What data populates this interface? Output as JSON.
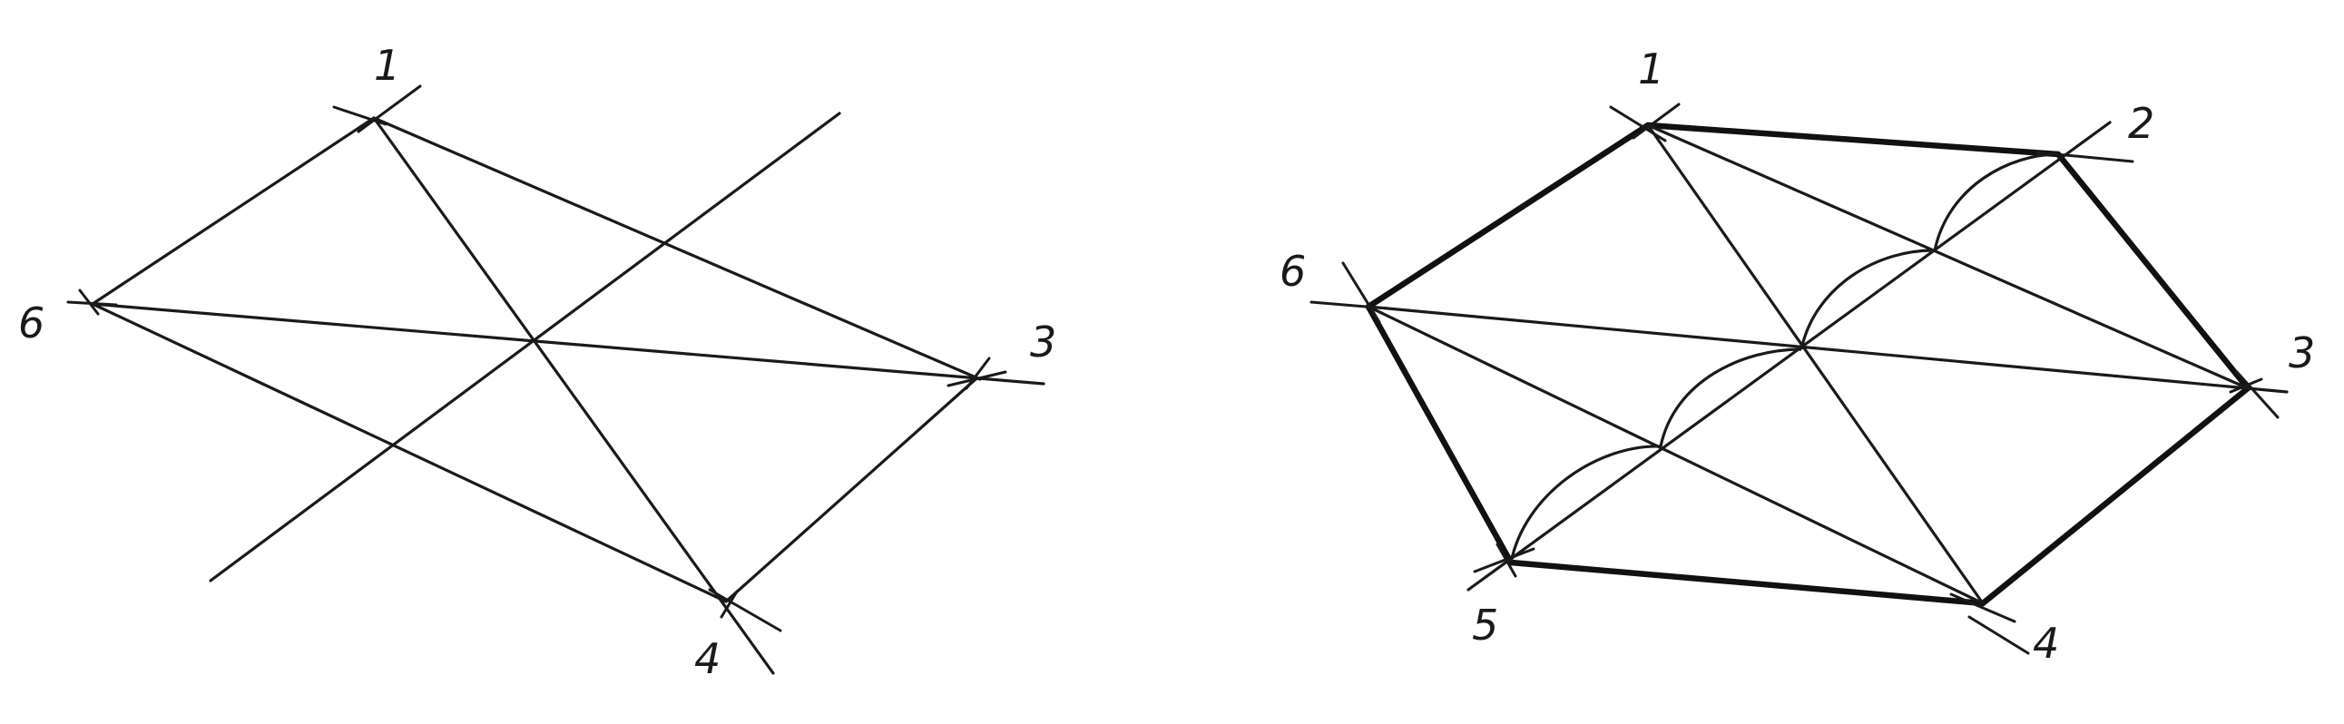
{
  "figures": [
    {
      "name": "left-construction",
      "labels": [
        "1",
        "6",
        "3",
        "4"
      ]
    },
    {
      "name": "right-construction",
      "labels": [
        "1",
        "2",
        "6",
        "3",
        "5",
        "4"
      ]
    }
  ]
}
